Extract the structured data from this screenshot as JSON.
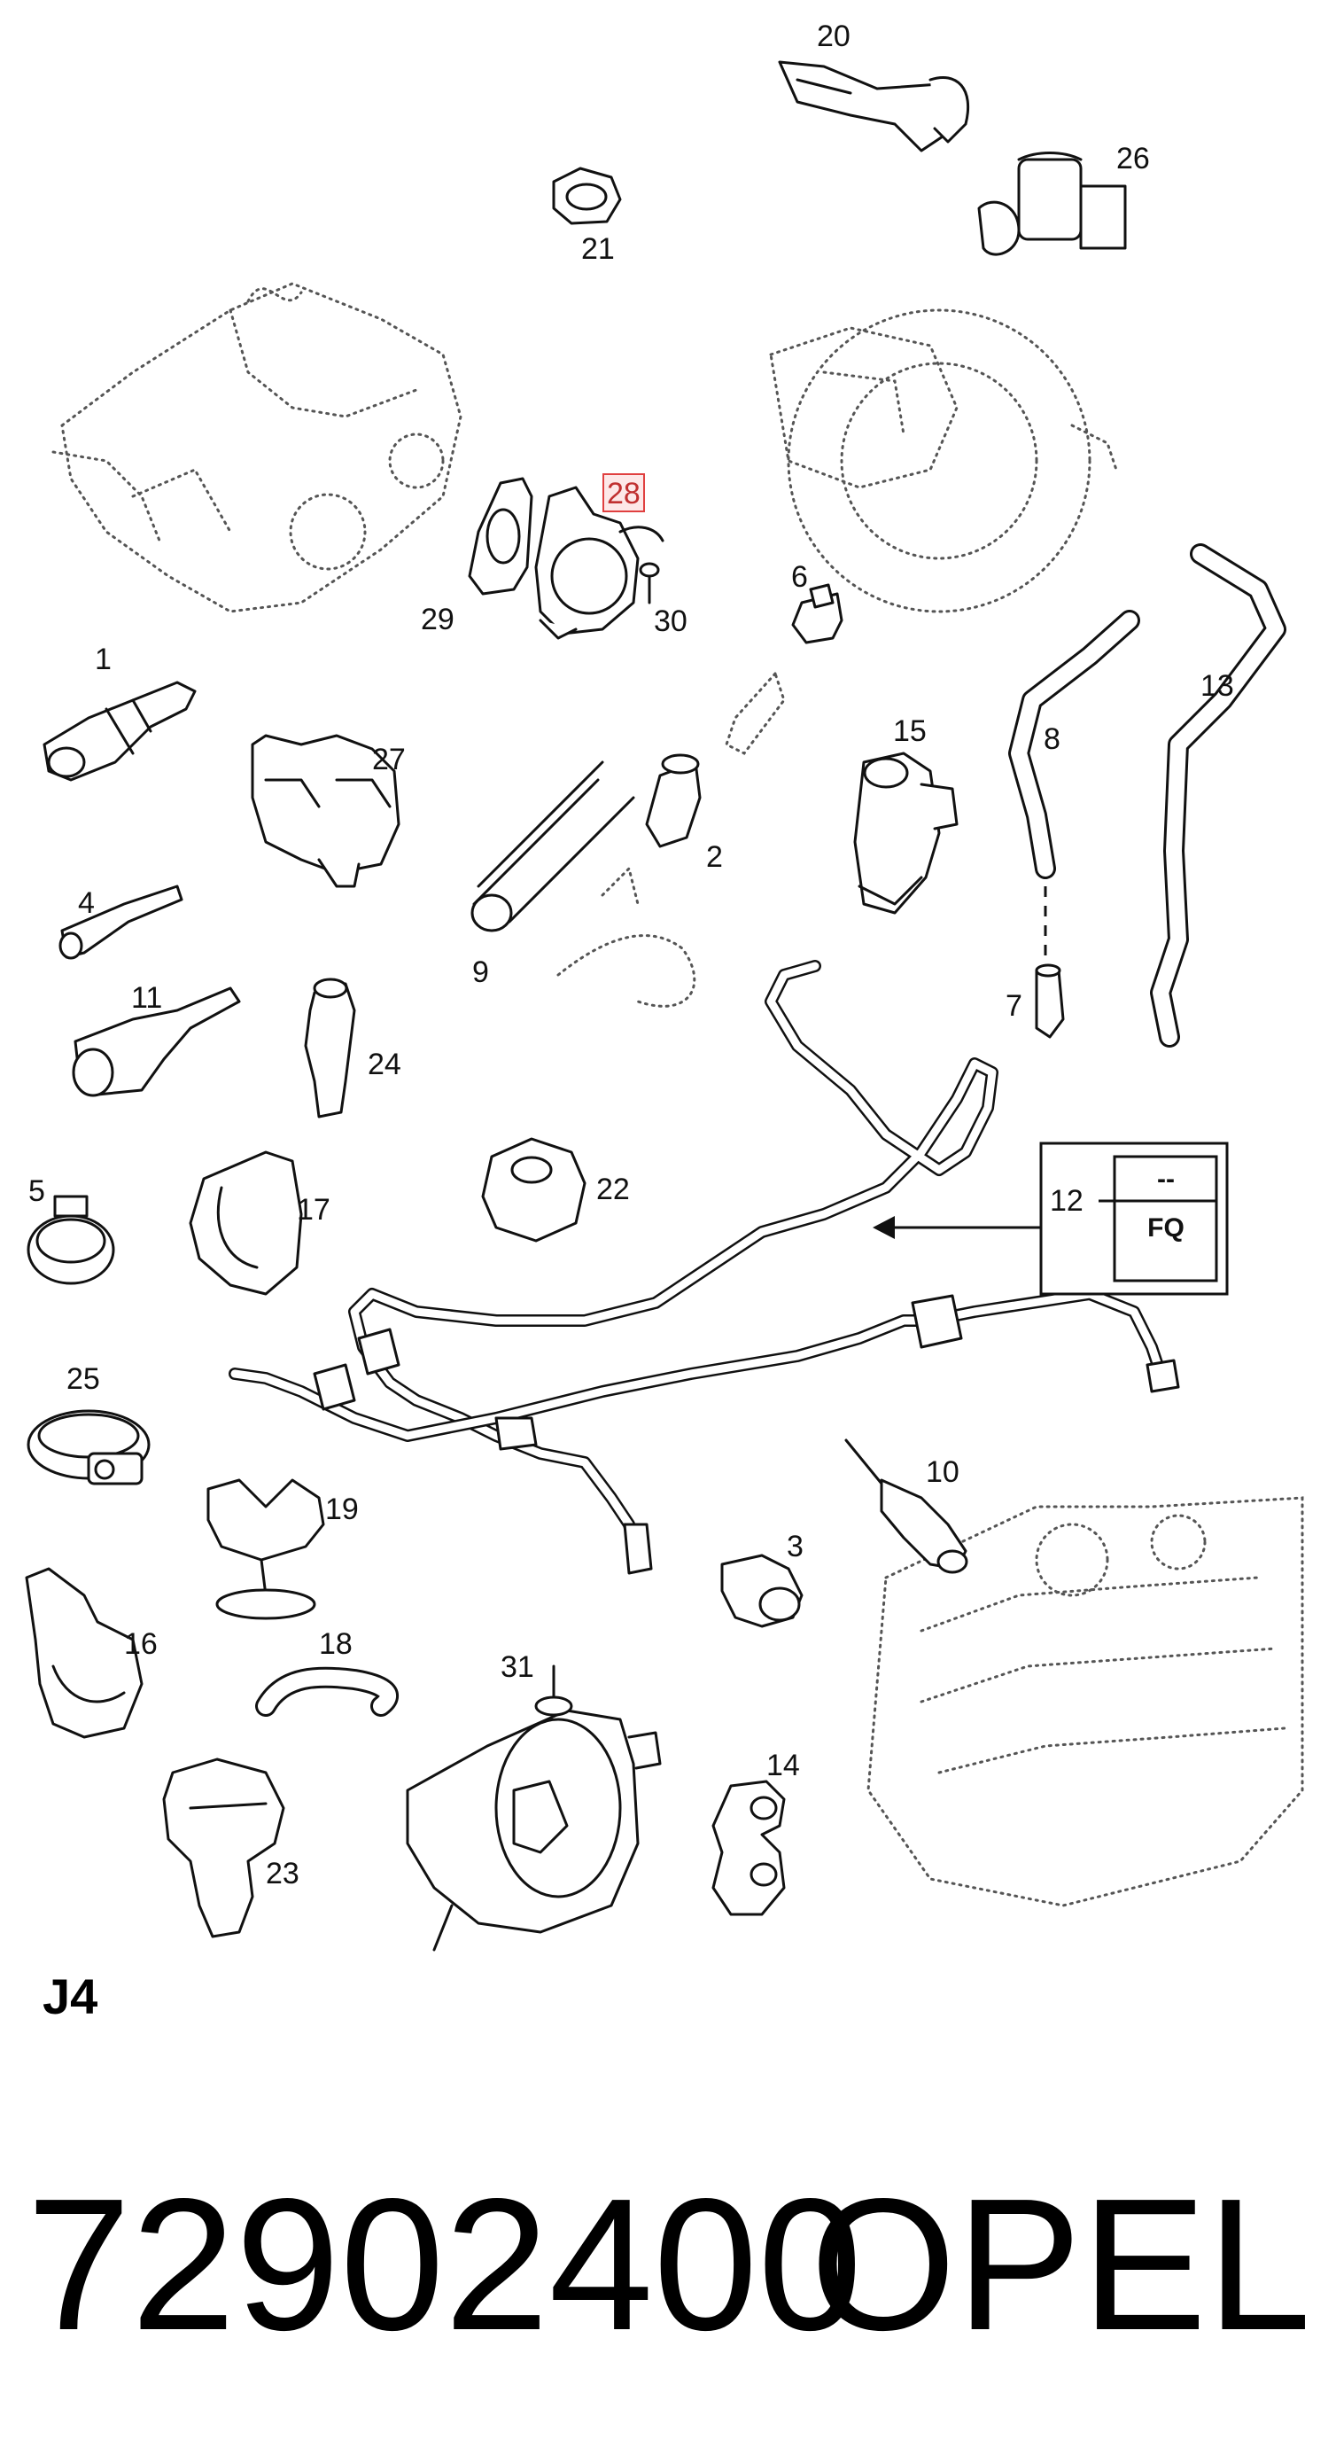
{
  "diagram": {
    "highlighted_label": "28",
    "callouts": [
      {
        "id": "1",
        "label": "1"
      },
      {
        "id": "2",
        "label": "2"
      },
      {
        "id": "3",
        "label": "3"
      },
      {
        "id": "4",
        "label": "4"
      },
      {
        "id": "5",
        "label": "5"
      },
      {
        "id": "6",
        "label": "6"
      },
      {
        "id": "7",
        "label": "7"
      },
      {
        "id": "8",
        "label": "8"
      },
      {
        "id": "9",
        "label": "9"
      },
      {
        "id": "10",
        "label": "10"
      },
      {
        "id": "11",
        "label": "11"
      },
      {
        "id": "12",
        "label": "12"
      },
      {
        "id": "13",
        "label": "13"
      },
      {
        "id": "14",
        "label": "14"
      },
      {
        "id": "15",
        "label": "15"
      },
      {
        "id": "16",
        "label": "16"
      },
      {
        "id": "17",
        "label": "17"
      },
      {
        "id": "18",
        "label": "18"
      },
      {
        "id": "19",
        "label": "19"
      },
      {
        "id": "20",
        "label": "20"
      },
      {
        "id": "21",
        "label": "21"
      },
      {
        "id": "22",
        "label": "22"
      },
      {
        "id": "23",
        "label": "23"
      },
      {
        "id": "24",
        "label": "24"
      },
      {
        "id": "25",
        "label": "25"
      },
      {
        "id": "26",
        "label": "26"
      },
      {
        "id": "27",
        "label": "27"
      },
      {
        "id": "28",
        "label": "28"
      },
      {
        "id": "29",
        "label": "29"
      },
      {
        "id": "30",
        "label": "30"
      },
      {
        "id": "31",
        "label": "31"
      }
    ],
    "legend_box": {
      "top_text": "--",
      "bottom_text": "FQ"
    },
    "highlight_color": "#e04040"
  },
  "section_code": "J4",
  "footer": {
    "part_number": "72902400",
    "brand": "OPEL"
  }
}
